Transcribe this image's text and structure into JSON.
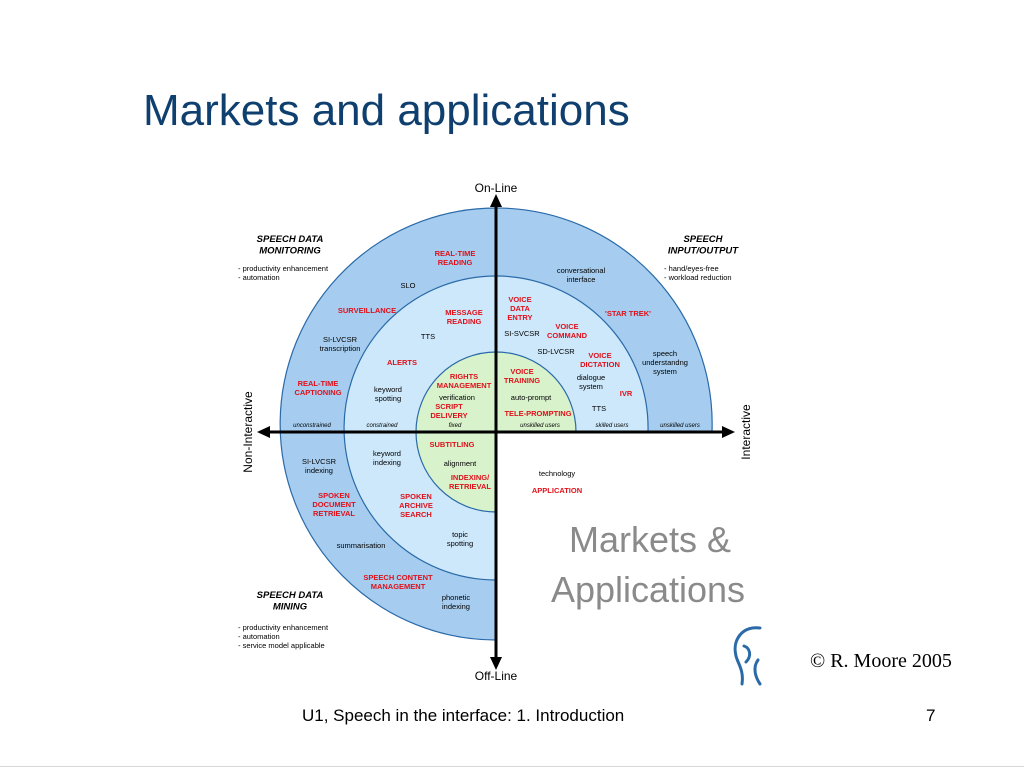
{
  "slide": {
    "title": "Markets and applications",
    "copyright": "© R. Moore 2005",
    "footer": "U1, Speech in the interface: 1. Introduction",
    "page_number": "7"
  },
  "colors": {
    "title": "#0f3f6e",
    "outer_ring": "#a6cdef",
    "middle_ring": "#cde8fb",
    "inner_disc": "#d8f2cc",
    "ring_stroke": "#2a6aa8",
    "axis": "#000000",
    "highlight_text": "#e0101a"
  },
  "diagram": {
    "axes": {
      "top": "On-Line",
      "bottom": "Off-Line",
      "left": "Non-Interactive",
      "right": "Interactive"
    },
    "corners": {
      "top_left": {
        "title_line1": "SPEECH DATA",
        "title_line2": "MONITORING",
        "bullet1": "- productivity enhancement",
        "bullet2": "- automation"
      },
      "top_right": {
        "title_line1": "SPEECH",
        "title_line2": "INPUT/OUTPUT",
        "bullet1": "- hand/eyes-free",
        "bullet2": "- workload reduction"
      },
      "bottom_left": {
        "title_line1": "SPEECH DATA",
        "title_line2": "MINING",
        "bullet1": "- productivity enhancement",
        "bullet2": "- automation",
        "bullet3": "- service model applicable"
      }
    },
    "axis_labels": {
      "unconstrained": "unconstrained",
      "constrained": "constrained",
      "fixed": "fixed",
      "unskilled_inner": "unskilled users",
      "skilled": "skilled users",
      "unskilled_outer": "unskilled users"
    },
    "labels": {
      "real_time_reading": "REAL-TIME\nREADING",
      "slo": "SLO",
      "conversational_interface": "conversational\ninterface",
      "star_trek": "'STAR TREK'",
      "surveillance": "SURVEILLANCE",
      "message_reading": "MESSAGE\nREADING",
      "voice_data_entry": "VOICE\nDATA\nENTRY",
      "voice_command": "VOICE\nCOMMAND",
      "si_svcsr": "SI-SVCSR",
      "tts_top": "TTS",
      "si_lvcsr_transcription": "SI-LVCSR\ntranscription",
      "sd_lvcsr": "SD-LVCSR",
      "voice_dictation": "VOICE\nDICTATION",
      "speech_understanding": "speech\nunderstandng\nsystem",
      "alerts": "ALERTS",
      "rights_management": "RIGHTS\nMANAGEMENT",
      "voice_training": "VOICE\nTRAINING",
      "dialogue_system": "dialogue\nsystem",
      "ivr": "IVR",
      "real_time_captioning": "REAL-TIME\nCAPTIONING",
      "keyword_spotting": "keyword\nspotting",
      "verification": "verification",
      "auto_prompt": "auto-prompt",
      "script_delivery": "SCRIPT\nDELIVERY",
      "tele_prompting": "TELE-PROMPTING",
      "tts_right": "TTS",
      "subtitling": "SUBTITLING",
      "keyword_indexing": "keyword\nindexing",
      "si_lvcsr_indexing": "SI-LVCSR\nindexing",
      "alignment": "alignment",
      "indexing_retrieval": "INDEXING/\nRETRIEVAL",
      "technology": "technology",
      "application": "APPLICATION",
      "spoken_document_retrieval": "SPOKEN\nDOCUMENT\nRETRIEVAL",
      "spoken_archive_search": "SPOKEN\nARCHIVE\nSEARCH",
      "topic_spotting": "topic\nspotting",
      "summarisation": "summarisation",
      "speech_content_management": "SPEECH CONTENT\nMANAGEMENT",
      "phonetic_indexing": "phonetic\nindexing"
    },
    "logo_line1": "Markets &",
    "logo_line2": "Applications"
  }
}
